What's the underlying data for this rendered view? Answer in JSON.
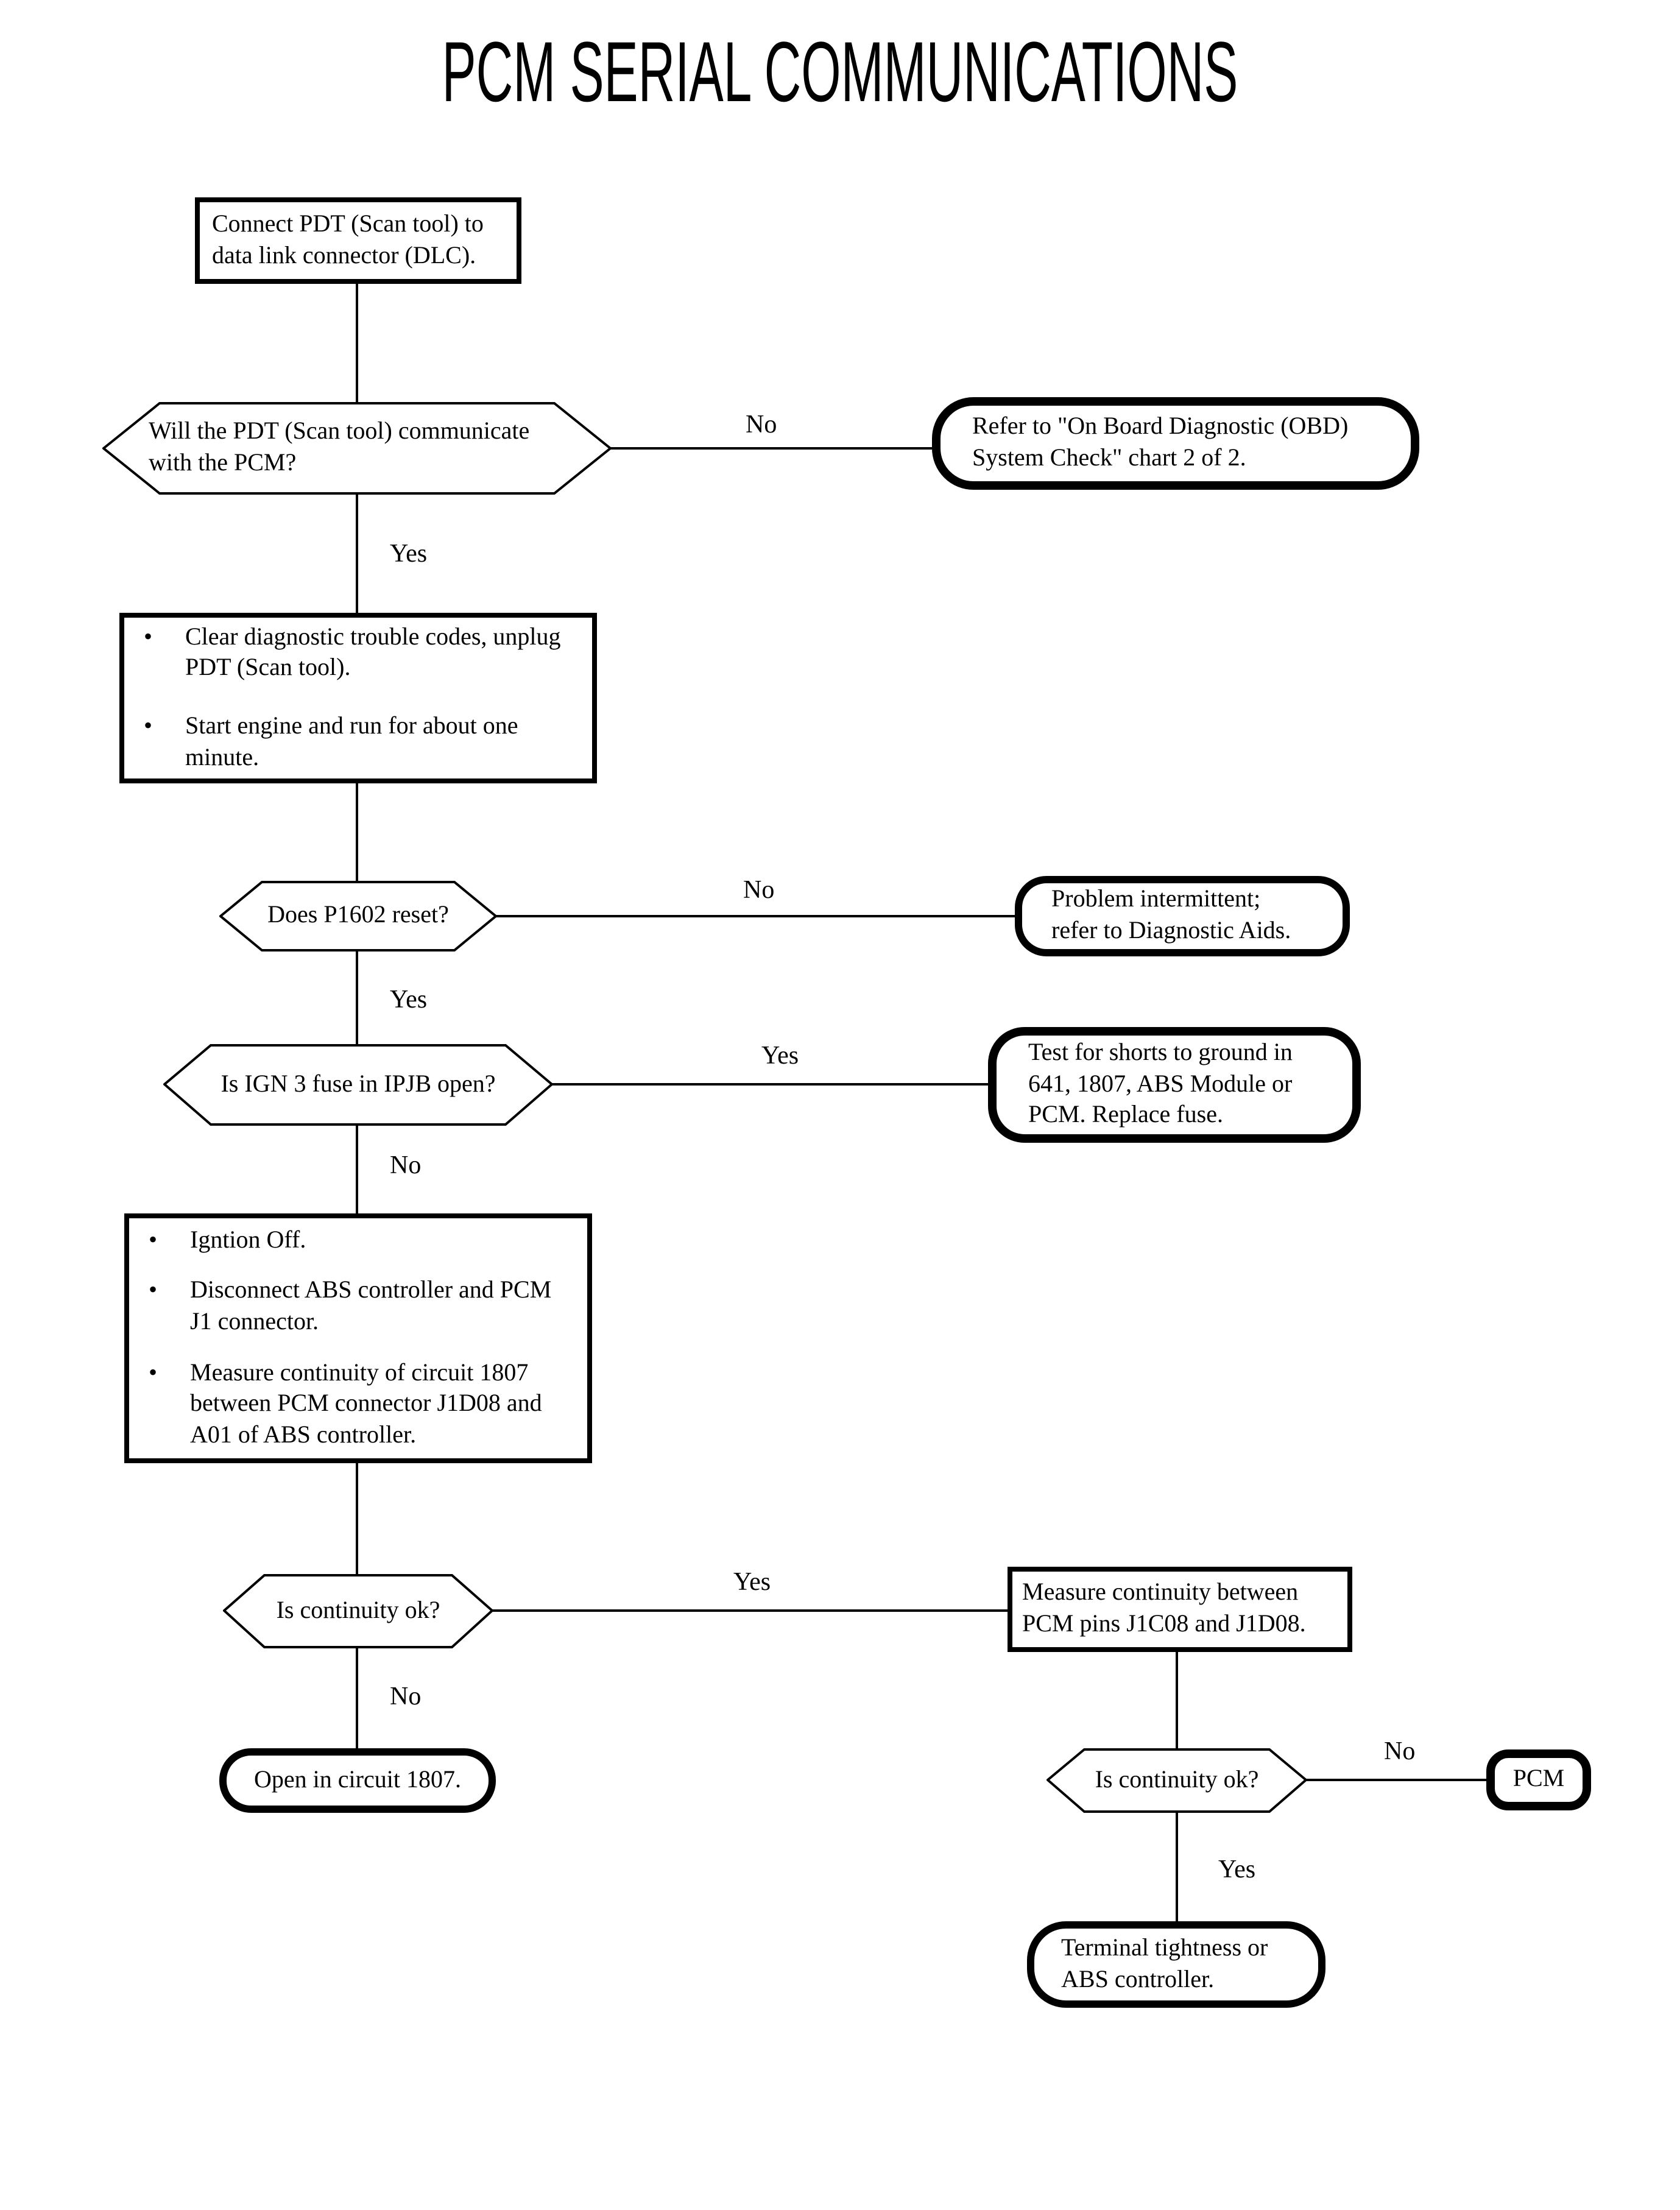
{
  "title": "PCM SERIAL COMMUNICATIONS",
  "labels": {
    "yes": "Yes",
    "no": "No"
  },
  "glyphs": {
    "bullet": "•"
  },
  "colors": {
    "ink": "#000000",
    "paper": "#ffffff"
  },
  "nodes": {
    "connect_pdt": {
      "shape": "process",
      "text": "Connect PDT (Scan tool) to\ndata link connector (DLC)."
    },
    "will_pdt_communicate": {
      "shape": "decision",
      "text": "Will the PDT (Scan tool) communicate\nwith the PCM?"
    },
    "refer_obd": {
      "shape": "terminal",
      "text": "Refer to \"On Board Diagnostic (OBD)\nSystem Check\" chart 2 of 2."
    },
    "clear_codes": {
      "shape": "process",
      "items": [
        "Clear diagnostic trouble codes, unplug\nPDT (Scan tool).",
        "Start engine and run for about one\nminute."
      ]
    },
    "does_p1602_reset": {
      "shape": "decision",
      "text": "Does P1602 reset?"
    },
    "problem_intermittent": {
      "shape": "terminal",
      "text": "Problem intermittent;\nrefer to Diagnostic Aids."
    },
    "is_ign3_fuse_open": {
      "shape": "decision",
      "text": "Is IGN 3 fuse in IPJB open?"
    },
    "test_for_shorts": {
      "shape": "terminal",
      "text": "Test for shorts to ground in\n641, 1807, ABS Module or\nPCM. Replace fuse."
    },
    "ignition_off_steps": {
      "shape": "process",
      "items": [
        "Igntion Off.",
        "Disconnect ABS controller and PCM\nJ1 connector.",
        "Measure continuity of circuit 1807\nbetween PCM connector J1D08 and\nA01 of ABS controller."
      ]
    },
    "is_continuity_ok_1": {
      "shape": "decision",
      "text": "Is continuity ok?"
    },
    "measure_continuity": {
      "shape": "process",
      "text": "Measure continuity between\nPCM pins J1C08 and J1D08."
    },
    "open_in_circuit_1807": {
      "shape": "terminal",
      "text": "Open in circuit 1807."
    },
    "is_continuity_ok_2": {
      "shape": "decision",
      "text": "Is continuity ok?"
    },
    "pcm": {
      "shape": "terminal",
      "text": "PCM"
    },
    "terminal_tightness": {
      "shape": "terminal",
      "text": "Terminal tightness or\nABS controller."
    }
  }
}
